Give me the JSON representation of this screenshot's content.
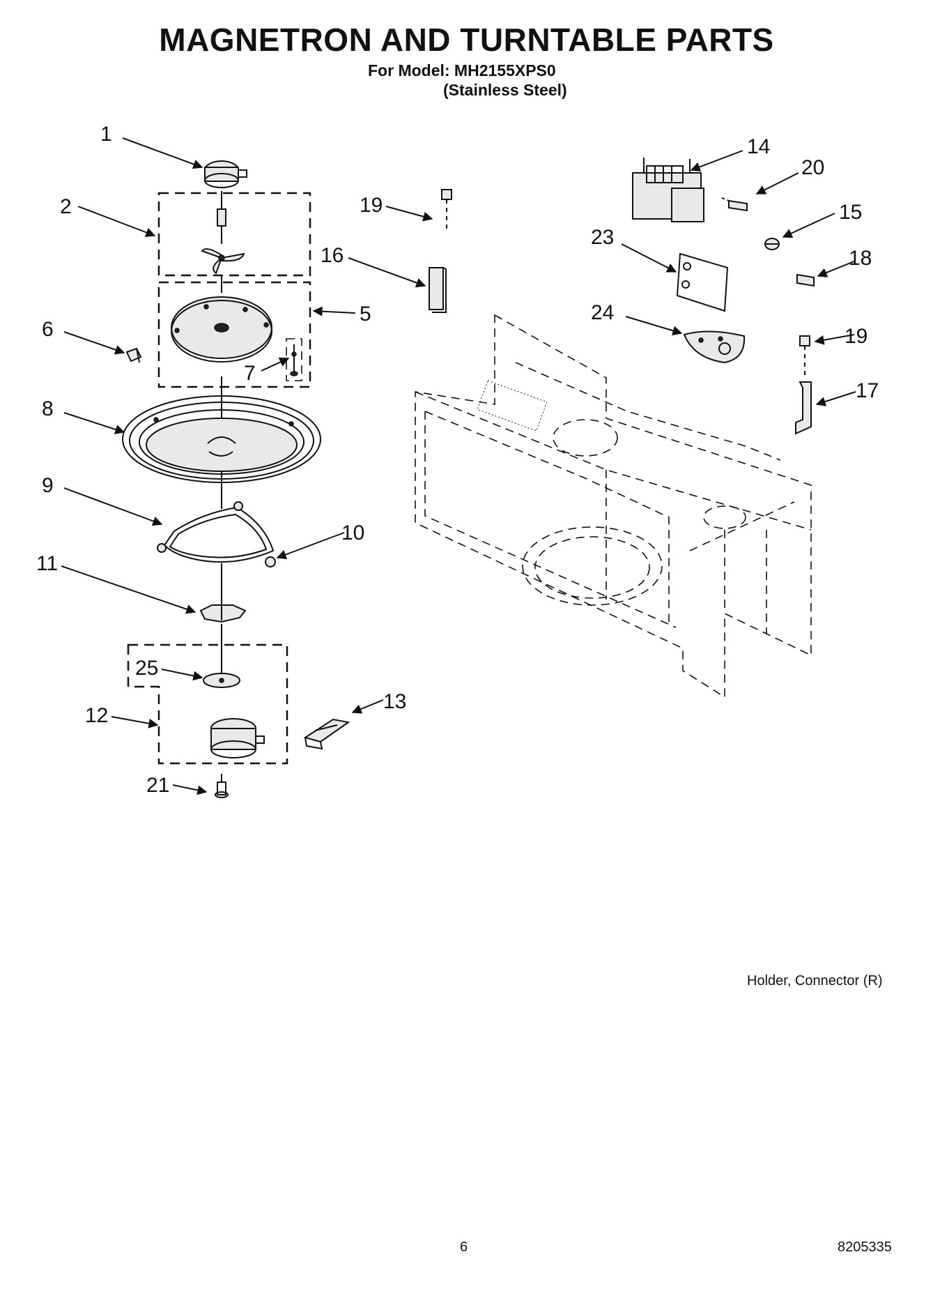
{
  "header": {
    "title": "MAGNETRON AND TURNTABLE PARTS",
    "model_line": "For Model: MH2155XPS0",
    "finish_line": "(Stainless Steel)"
  },
  "callouts": {
    "c1": "1",
    "c2": "2",
    "c5": "5",
    "c6": "6",
    "c7": "7",
    "c8": "8",
    "c9": "9",
    "c10": "10",
    "c11": "11",
    "c12": "12",
    "c13": "13",
    "c14": "14",
    "c15": "15",
    "c16": "16",
    "c17": "17",
    "c18": "18",
    "c19a": "19",
    "c19b": "19",
    "c20": "20",
    "c21": "21",
    "c23": "23",
    "c24": "24",
    "c25": "25"
  },
  "footer": {
    "note": "Holder, Connector (R)",
    "page_number": "6",
    "document_number": "8205335"
  }
}
